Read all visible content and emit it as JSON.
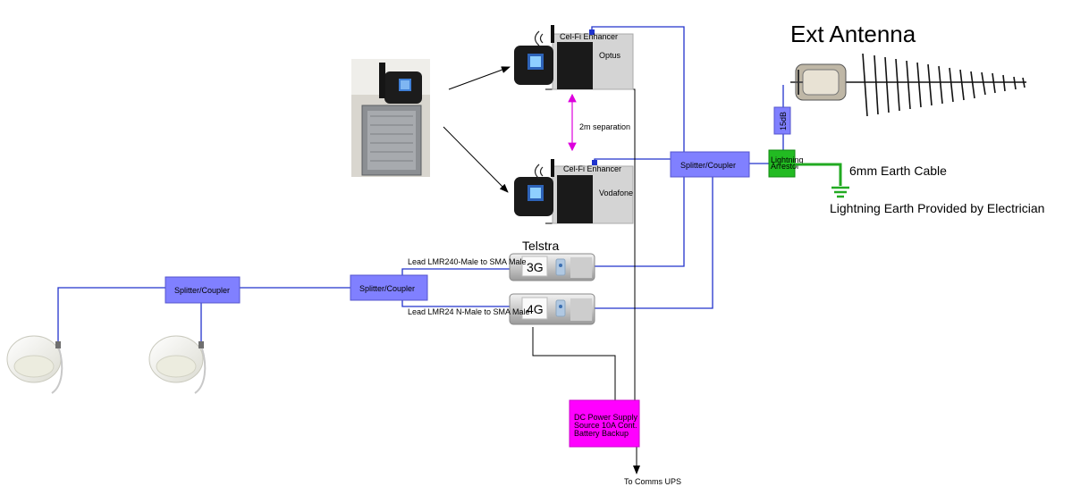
{
  "title": "Ext Antenna",
  "devices": {
    "optus": {
      "name": "Optus",
      "product": "Cel-Fi Enhancer"
    },
    "vodafone": {
      "name": "Vodafone",
      "product": "Cel-Fi Enhancer"
    },
    "separation": "2m separation"
  },
  "telstra": {
    "label": "Telstra",
    "repeater_3g": "3G",
    "repeater_4g": "4G",
    "lead_top": "Lead LMR240-Male to SMA Male",
    "lead_bottom": "Lead LMR24 N-Male to SMA Male"
  },
  "splitters": {
    "main": "Splitter/Coupler",
    "mid": "Splitter/Coupler",
    "left": "Splitter/Coupler"
  },
  "attenuator": "15dB",
  "arrestor": [
    "Lightning",
    "Arrestor"
  ],
  "earth_cable": "6mm Earth Cable",
  "earth_note": "Lightning Earth Provided by Electrician",
  "power": {
    "lines": [
      "DC Power Supply",
      "Source 10A Cont.",
      "Battery Backup"
    ],
    "destination": "To Comms UPS"
  },
  "colors": {
    "cable_blue": "#2233cc",
    "splitter_fill": "#8080ff",
    "arrestor_fill": "#22bb22",
    "earth_green": "#22aa22",
    "power_fill": "#ff00ff",
    "separation_arrow": "#dd00dd"
  }
}
